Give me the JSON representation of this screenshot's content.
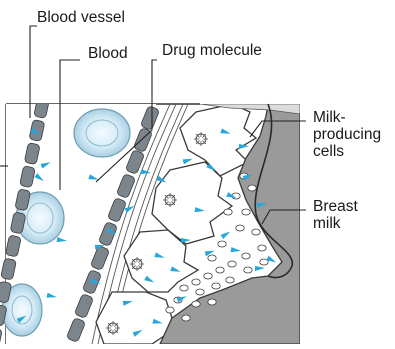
{
  "labels": {
    "blood_vessel": "Blood vessel",
    "blood": "Blood",
    "drug_molecule": "Drug molecule",
    "milk_producing_line1": "Milk-",
    "milk_producing_line2": "producing",
    "milk_producing_line3": "cells",
    "breast_milk_line1": "Breast",
    "breast_milk_line2": "milk"
  },
  "colors": {
    "drug_molecule": "#27a6d9",
    "vessel_wall": "#7d858c",
    "milk": "#9a9a9a",
    "outline": "#3a3a3a",
    "blood_cell": "#cfe7f3"
  }
}
